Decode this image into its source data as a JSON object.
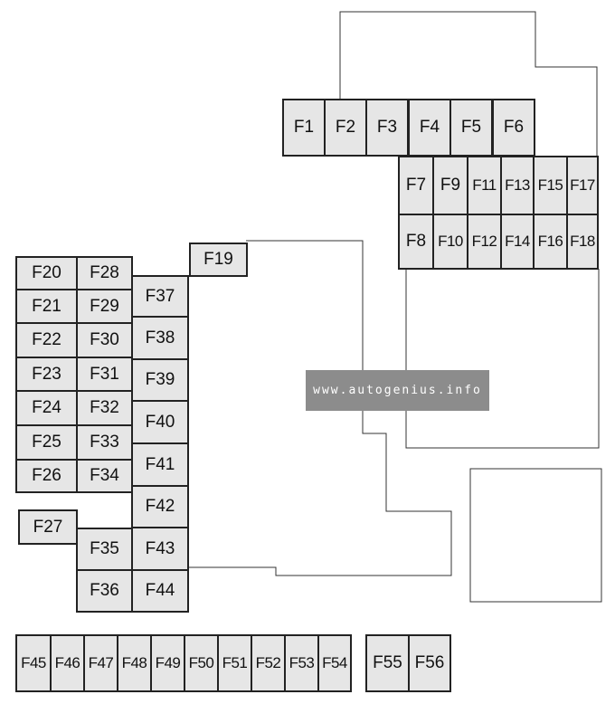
{
  "diagram": {
    "colors": {
      "fuse_fill": "#e6e6e6",
      "fuse_border": "#222222",
      "outline": "#333333",
      "watermark_bg": "#8c8c8c"
    },
    "watermark": "www.autogenius.info",
    "fuses": {
      "F1": "F1",
      "F2": "F2",
      "F3": "F3",
      "F4": "F4",
      "F5": "F5",
      "F6": "F6",
      "F7": "F7",
      "F8": "F8",
      "F9": "F9",
      "F10": "F10",
      "F11": "F11",
      "F12": "F12",
      "F13": "F13",
      "F14": "F14",
      "F15": "F15",
      "F16": "F16",
      "F17": "F17",
      "F18": "F18",
      "F19": "F19",
      "F20": "F20",
      "F21": "F21",
      "F22": "F22",
      "F23": "F23",
      "F24": "F24",
      "F25": "F25",
      "F26": "F26",
      "F27": "F27",
      "F28": "F28",
      "F29": "F29",
      "F30": "F30",
      "F31": "F31",
      "F32": "F32",
      "F33": "F33",
      "F34": "F34",
      "F35": "F35",
      "F36": "F36",
      "F37": "F37",
      "F38": "F38",
      "F39": "F39",
      "F40": "F40",
      "F41": "F41",
      "F42": "F42",
      "F43": "F43",
      "F44": "F44",
      "F45": "F45",
      "F46": "F46",
      "F47": "F47",
      "F48": "F48",
      "F49": "F49",
      "F50": "F50",
      "F51": "F51",
      "F52": "F52",
      "F53": "F53",
      "F54": "F54",
      "F55": "F55",
      "F56": "F56"
    }
  }
}
